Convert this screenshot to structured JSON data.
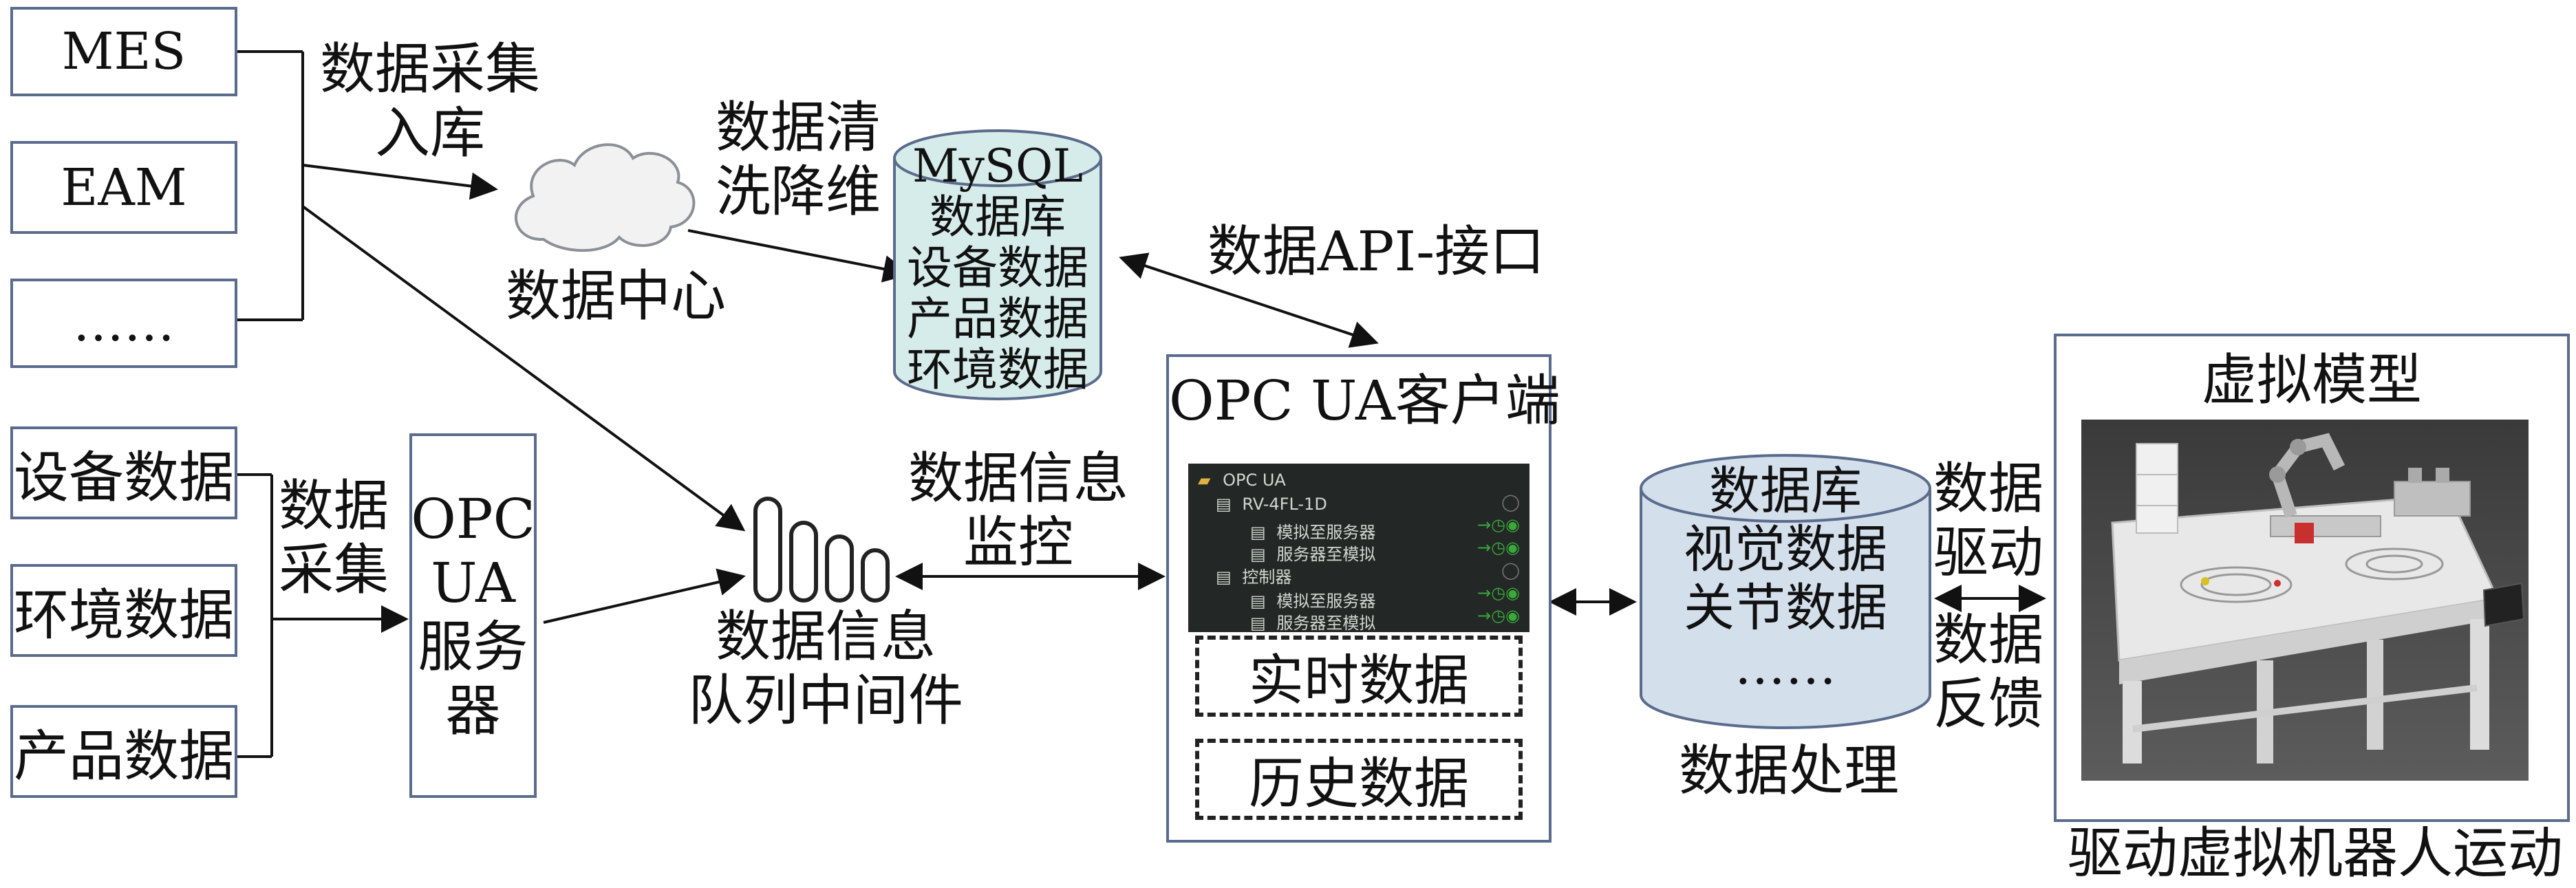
{
  "sources": {
    "mes": "MES",
    "eam": "EAM",
    "more": "……",
    "device": "设备数据",
    "env": "环境数据",
    "product": "产品数据"
  },
  "labels": {
    "collect_store": [
      "数据采集",
      "入库"
    ],
    "data_center": "数据中心",
    "clean_reduce": [
      "数据清",
      "洗降维"
    ],
    "collect": [
      "数据",
      "采集"
    ],
    "mq_name": [
      "数据信息",
      "队列中间件"
    ],
    "monitor": [
      "数据信息",
      "监控"
    ],
    "api": "数据API-接口",
    "process": "数据处理",
    "drive": [
      "数据",
      "驱动"
    ],
    "feedback": [
      "数据",
      "反馈"
    ],
    "drive_robot": "驱动虚拟机器人运动"
  },
  "opc_server": [
    "OPC",
    "UA",
    "服务",
    "器"
  ],
  "mysql": [
    "MySQL",
    "数据库",
    "设备数据",
    "产品数据",
    "环境数据"
  ],
  "opc_client": {
    "title": "OPC UA客户端",
    "realtime": "实时数据",
    "history": "历史数据",
    "panel": {
      "root": "OPC UA",
      "node1": "RV-4FL-1D",
      "node1_children": [
        "模拟至服务器",
        "服务器至模拟"
      ],
      "node2": "控制器",
      "node2_children": [
        "模拟至服务器",
        "服务器至模拟"
      ]
    }
  },
  "local_db": [
    "数据库",
    "视觉数据",
    "关节数据",
    "……"
  ],
  "virtual_model": {
    "title": "虚拟模型"
  },
  "colors": {
    "box_border": "#5a6b8c",
    "cylinder_teal": "#d6ecea",
    "cylinder_blue": "#d4dfec",
    "panel_bg": "#232826",
    "panel_green": "#3aa83a"
  }
}
